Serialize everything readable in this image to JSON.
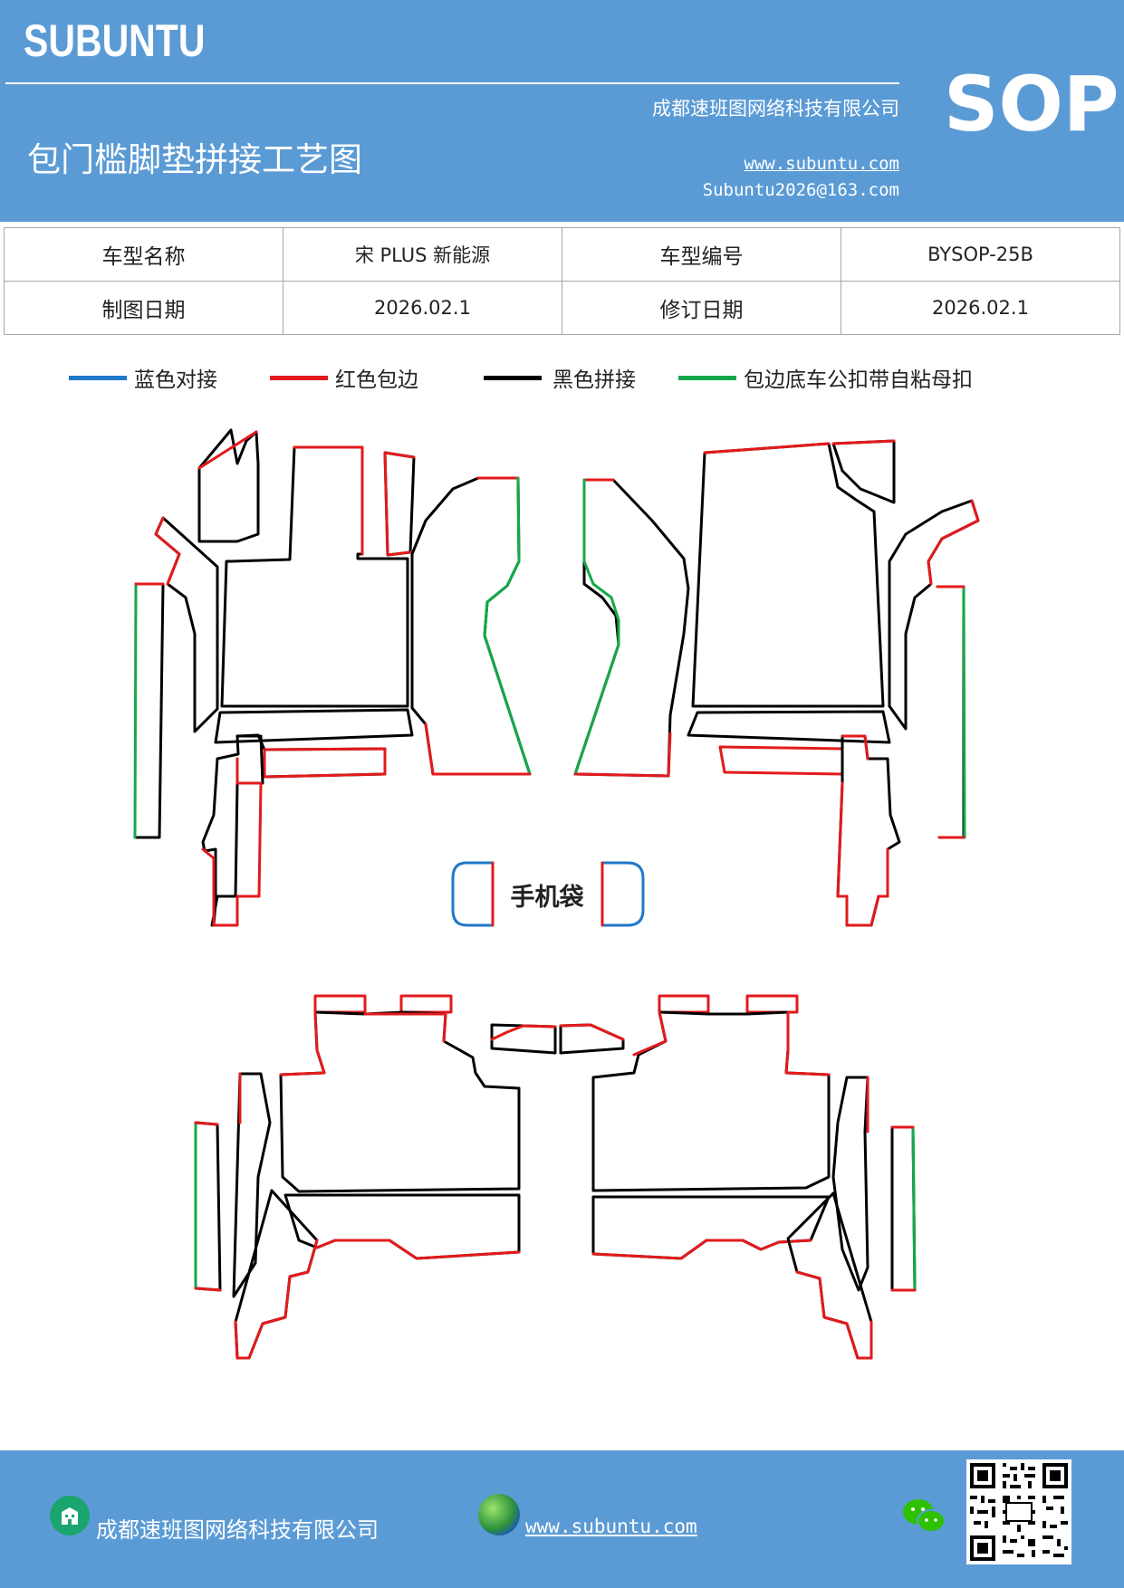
{
  "header": {
    "brand": "SUBUNTU",
    "sop": "SOP",
    "company": "成都速班图网络科技有限公司",
    "title": "包门槛脚垫拼接工艺图",
    "website": "www.subuntu.com",
    "email": "Subuntu2026@163.com"
  },
  "info_table": {
    "model_name_label": "车型名称",
    "model_name_value": "宋 PLUS 新能源",
    "model_code_label": "车型编号",
    "model_code_value": "BYSOP-25B",
    "draw_date_label": "制图日期",
    "draw_date_value": "2026.02.1",
    "revise_date_label": "修订日期",
    "revise_date_value": "2026.02.1"
  },
  "legend": [
    {
      "label": "蓝色对接",
      "color": "#1f78c8"
    },
    {
      "label": "红色包边",
      "color": "#e31a1c"
    },
    {
      "label": "黑色拼接",
      "color": "#000000"
    },
    {
      "label": "包边底车公扣带自粘母扣",
      "color": "#14a84a"
    }
  ],
  "diagram": {
    "phone_pocket_label": "手机袋"
  },
  "footer": {
    "company": "成都速班图网络科技有限公司",
    "website": "www.subuntu.com"
  }
}
